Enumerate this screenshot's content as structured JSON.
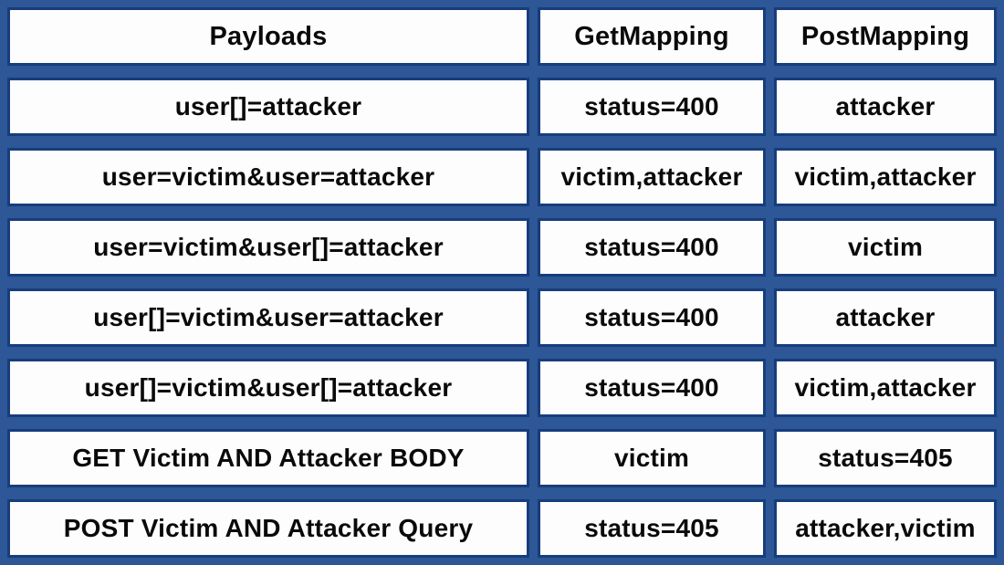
{
  "table": {
    "headers": [
      "Payloads",
      "GetMapping",
      "PostMapping"
    ],
    "rows": [
      [
        "user[]=attacker",
        "status=400",
        "attacker"
      ],
      [
        "user=victim&user=attacker",
        "victim,attacker",
        "victim,attacker"
      ],
      [
        "user=victim&user[]=attacker",
        "status=400",
        "victim"
      ],
      [
        "user[]=victim&user=attacker",
        "status=400",
        "attacker"
      ],
      [
        "user[]=victim&user[]=attacker",
        "status=400",
        "victim,attacker"
      ],
      [
        "GET Victim AND Attacker BODY",
        "victim",
        "status=405"
      ],
      [
        "POST Victim AND Attacker Query",
        "status=405",
        "attacker,victim"
      ]
    ]
  },
  "chart_data": {
    "type": "table",
    "title": "",
    "columns": [
      "Payloads",
      "GetMapping",
      "PostMapping"
    ],
    "rows": [
      {
        "payload": "user[]=attacker",
        "get_mapping": "status=400",
        "post_mapping": "attacker"
      },
      {
        "payload": "user=victim&user=attacker",
        "get_mapping": "victim,attacker",
        "post_mapping": "victim,attacker"
      },
      {
        "payload": "user=victim&user[]=attacker",
        "get_mapping": "status=400",
        "post_mapping": "victim"
      },
      {
        "payload": "user[]=victim&user=attacker",
        "get_mapping": "status=400",
        "post_mapping": "attacker"
      },
      {
        "payload": "user[]=victim&user[]=attacker",
        "get_mapping": "status=400",
        "post_mapping": "victim,attacker"
      },
      {
        "payload": "GET Victim AND Attacker BODY",
        "get_mapping": "victim",
        "post_mapping": "status=405"
      },
      {
        "payload": "POST Victim AND Attacker Query",
        "get_mapping": "status=405",
        "post_mapping": "attacker,victim"
      }
    ],
    "layout_hints": {
      "grid": "white cells separated by navy gutters",
      "text_align": "center",
      "font_weight": "bold"
    }
  },
  "colors": {
    "bg": "#2d5796",
    "cell-border": "#173d7c",
    "cell-bg": "#fdfdfd",
    "text": "#0a0a0a"
  }
}
